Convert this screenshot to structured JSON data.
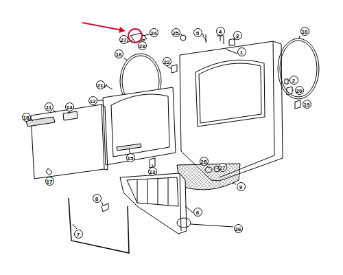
{
  "diagram": {
    "labels": [
      "10",
      "4",
      "24",
      "25",
      "5",
      "3",
      "27",
      "23",
      "1",
      "16",
      "22",
      "2",
      "21",
      "20",
      "12",
      "19",
      "11",
      "14",
      "18",
      "15",
      "28",
      "27",
      "13",
      "17",
      "9",
      "8",
      "6",
      "26",
      "7"
    ]
  }
}
